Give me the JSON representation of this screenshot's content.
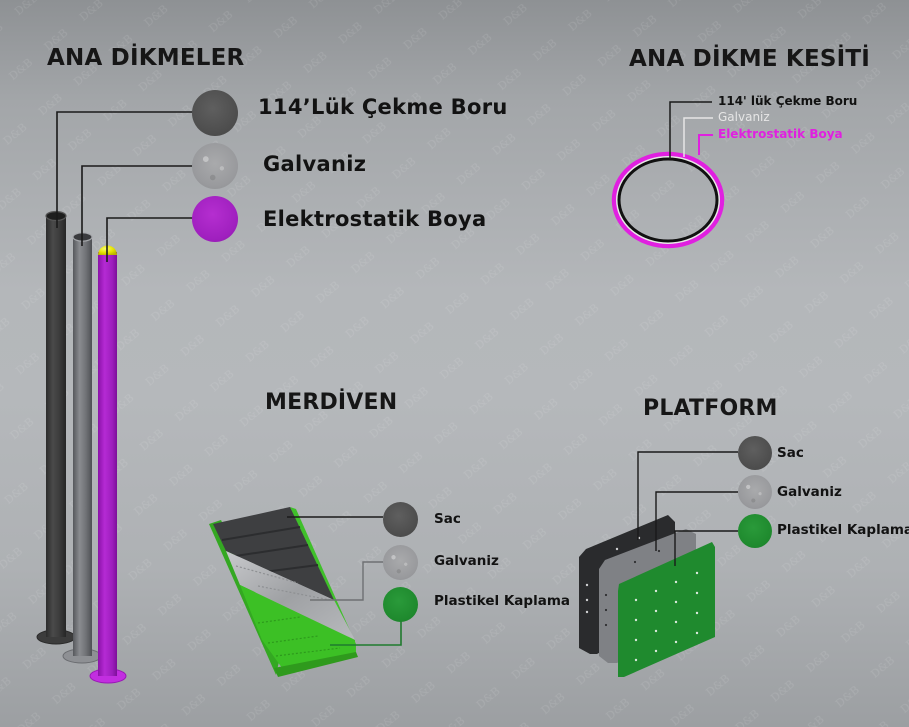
{
  "watermark": "D&B",
  "colors": {
    "steel_dark": "#4f4f4f",
    "galvanized": "#9a9b9e",
    "electrostatic_purple": "#a020bf",
    "section_magenta": "#e020e0",
    "plastic_green": "#1f8a2e",
    "ladder_green": "#3fc02a",
    "pole_cap_yellow": "#e8e000",
    "leader_line": "#1a1a1a"
  },
  "ana_dikmeler": {
    "title": "ANA DİKMELER",
    "layers": [
      {
        "label": "114’Lük Çekme Boru",
        "swatch": "steel-dark"
      },
      {
        "label": "Galvaniz",
        "swatch": "galvanized"
      },
      {
        "label": "Elektrostatik Boya",
        "swatch": "purple"
      }
    ]
  },
  "ana_dikme_kesiti": {
    "title": "ANA DİKME KESİTİ",
    "layers": [
      {
        "label": "114' lük Çekme Boru",
        "color": "#111111"
      },
      {
        "label": "Galvaniz",
        "color": "#e6e6e6"
      },
      {
        "label": "Elektrostatik Boya",
        "color": "#e020e0"
      }
    ]
  },
  "merdiven": {
    "title": "MERDİVEN",
    "layers": [
      {
        "label": "Sac",
        "swatch": "steel-dark"
      },
      {
        "label": "Galvaniz",
        "swatch": "galvanized"
      },
      {
        "label": "Plastikel Kaplama",
        "swatch": "green"
      }
    ]
  },
  "platform": {
    "title": "PLATFORM",
    "layers": [
      {
        "label": "Sac",
        "swatch": "steel-dark"
      },
      {
        "label": "Galvaniz",
        "swatch": "galvanized"
      },
      {
        "label": "Plastikel Kaplama",
        "swatch": "green"
      }
    ]
  }
}
